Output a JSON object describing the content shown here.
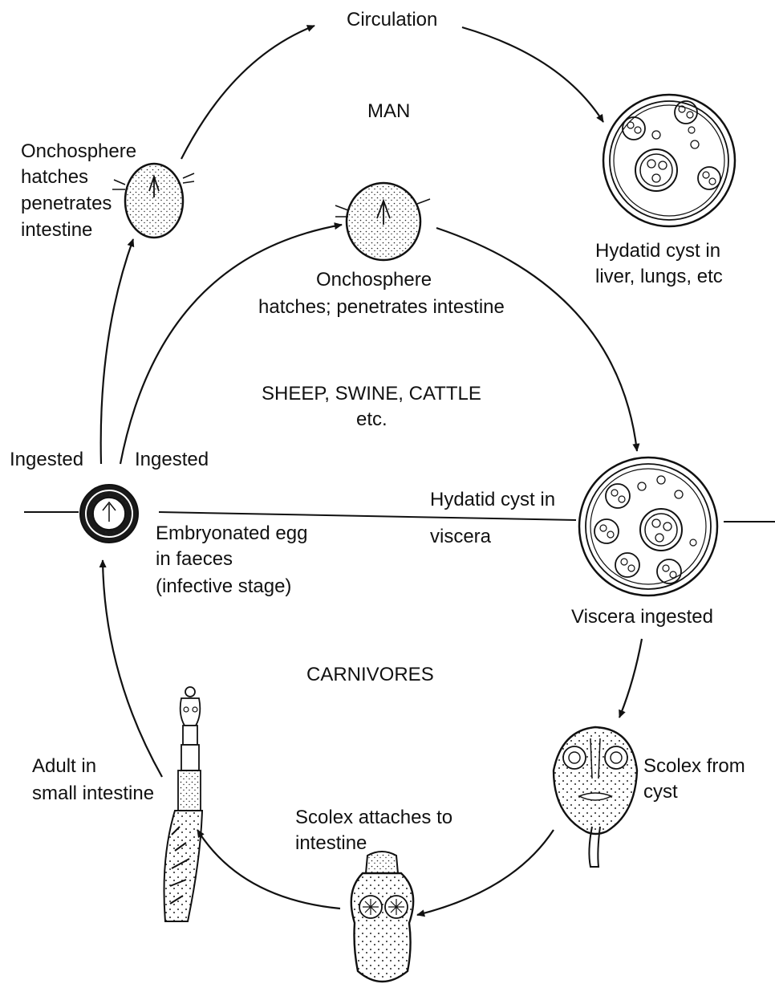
{
  "labels": {
    "circulation": "Circulation",
    "man": "MAN",
    "onchosphere_man": [
      "Onchosphere",
      "hatches",
      "penetrates",
      "intestine"
    ],
    "hydatid_man": [
      "Hydatid cyst in",
      "liver, lungs, etc"
    ],
    "onchosphere_sheep": [
      "Onchosphere",
      "hatches; penetrates intestine"
    ],
    "sheep_group": [
      "SHEEP, SWINE, CATTLE",
      "etc."
    ],
    "ingested_left": "Ingested",
    "ingested_right": "Ingested",
    "hydatid_viscera": [
      "Hydatid cyst in",
      "viscera"
    ],
    "egg": [
      "Embryonated egg",
      "in faeces",
      "(infective stage)"
    ],
    "viscera_ingested": "Viscera ingested",
    "carnivores": "CARNIVORES",
    "scolex_from_cyst": [
      "Scolex from",
      "cyst"
    ],
    "adult": [
      "Adult in",
      "small intestine"
    ],
    "scolex_attaches": [
      "Scolex attaches to",
      "intestine"
    ]
  }
}
